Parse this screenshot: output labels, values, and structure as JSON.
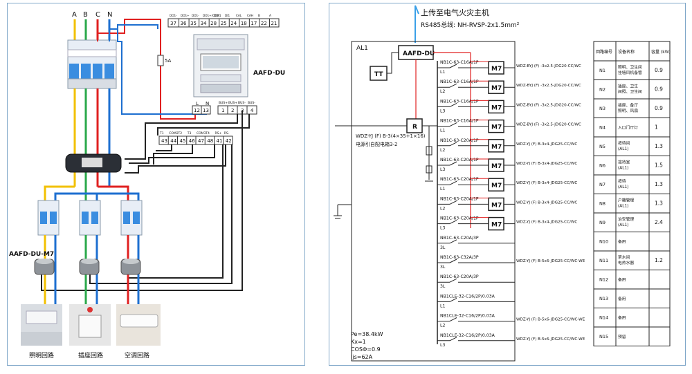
{
  "left": {
    "phase_labels": [
      "A",
      "B",
      "C",
      "N"
    ],
    "device_top_pins": [
      "DO1-",
      "DO1+",
      "DO1-",
      "DO1+/COM1",
      "DI2",
      "DI1",
      "CAL",
      "CAH",
      "B",
      "A"
    ],
    "device_top_numbers": [
      "37",
      "36",
      "35",
      "34",
      "28",
      "25",
      "24",
      "18",
      "17",
      "22",
      "21"
    ],
    "device_title": "AAFD-DU",
    "fuse_label": "5A",
    "power_pins": [
      "L",
      "N"
    ],
    "power_numbers": [
      "12",
      "13"
    ],
    "bus_pins": [
      "BUS+",
      "BUS+",
      "BUS-",
      "BUS-"
    ],
    "bus_numbers": [
      "1",
      "2",
      "3",
      "4"
    ],
    "terminal_pins": [
      "T1",
      "COM2",
      "T2",
      "T3",
      "COM3",
      "T4",
      "RS+",
      "RS-"
    ],
    "terminal_numbers": [
      "43",
      "44",
      "45",
      "46",
      "47",
      "48",
      "41",
      "42"
    ],
    "sensor_label": "AAFD-DU-M7",
    "loop_labels": [
      "照明回路",
      "插座回路",
      "空调回路"
    ]
  },
  "right": {
    "header_title": "上传至电气火灾主机",
    "bus_line": "RS485总线: NH-RVSP-2x1.5mm²",
    "box_label": "AL1",
    "aafd_label": "AAFD-DU",
    "tt_label": "TT",
    "r_label": "R",
    "incoming_cable": "WDZ-YJ (F) B-3(4×35+1×16)",
    "incoming_src": "电源引自配电箱3-2",
    "breakers": [
      {
        "model": "NB1C-63-C16A/1P",
        "phase": "L1"
      },
      {
        "model": "NB1C-63-C16A/1P",
        "phase": "L2"
      },
      {
        "model": "NB1C-63-C16A/1P",
        "phase": "L3"
      },
      {
        "model": "NB1C-63-C16A/1P",
        "phase": "L1"
      },
      {
        "model": "NB1C-63-C20A/1P",
        "phase": "L2"
      },
      {
        "model": "NB1C-63-C20A/1P",
        "phase": "L3"
      },
      {
        "model": "NB1C-63-C20A/1P",
        "phase": "L1"
      },
      {
        "model": "NB1C-63-C20A/1P",
        "phase": "L2"
      },
      {
        "model": "NB1C-63-C20A/1P",
        "phase": "L3"
      },
      {
        "model": "NB1C-63-C20A/3P",
        "phase": "3L"
      },
      {
        "model": "NB1C-63-C32A/3P",
        "phase": "3L"
      },
      {
        "model": "NB1C-63-C20A/3P",
        "phase": "3L"
      },
      {
        "model": "NB1CLE-32-C16/2P/0.03A",
        "phase": "L1"
      },
      {
        "model": "NB1CLE-32-C16/2P/0.03A",
        "phase": "L2"
      },
      {
        "model": "NB1CLE-32-C16/2P/0.03A",
        "phase": "L3"
      }
    ],
    "m7_label": "M7",
    "cables": [
      "WDZ-BYJ (F) -3x2.5-JDG20-CC/WC",
      "WDZ-BYJ (F) -3x2.5-JDG20-CC/WC",
      "WDZ-BYJ (F) -3x2.5-JDG20-CC/WC",
      "WDZ-BYJ (F) -3x2.5-JDG20-CC/WC",
      "WDZ-YJ (F) B-3x4-JDG25-CC/WC",
      "WDZ-YJ (F) B-3x4-JDG25-CC/WC",
      "WDZ-YJ (F) B-3x4-JDG25-CC/WC",
      "WDZ-YJ (F) B-3x4-JDG25-CC/WC",
      "WDZ-YJ (F) B-3x4-JDG25-CC/WC",
      "",
      "WDZ-YJ (F) B-5x6-JDG25-CC/WC-WE",
      "",
      "",
      "WDZ-YJ (F) B-5x6-JDG25-CC/WC-WE",
      "WDZ-YJ (F) B-5x6-JDG25-CC/WC-WE"
    ],
    "calc": [
      "Pe=38.4kW",
      "Kx=1",
      "COSΦ=0.9",
      "Ijs=62A"
    ],
    "table": {
      "headers": [
        "回路编号",
        "设备名称",
        "容量 (kW)"
      ],
      "rows": [
        [
          "N1",
          "照明、卫生间\n挂墙风机备管",
          "0.9"
        ],
        [
          "N2",
          "插座、卫生\n间照、卫生间",
          "0.9"
        ],
        [
          "N3",
          "插座、备厅\n照明、风扇",
          "0.9"
        ],
        [
          "N4",
          "入口门厅灯",
          "1"
        ],
        [
          "N5",
          "按待间\n(AL1)",
          "1.3"
        ],
        [
          "N6",
          "按待室\n(AL1)",
          "1.5"
        ],
        [
          "N7",
          "按待\n(AL1)",
          "1.3"
        ],
        [
          "N8",
          "户籍管理\n(AL1)",
          "1.3"
        ],
        [
          "N9",
          "治安管理\n(AL1)",
          "2.4"
        ],
        [
          "N10",
          "备用",
          ""
        ],
        [
          "N11",
          "茶水间\n电热水器",
          "1.2"
        ],
        [
          "N12",
          "备用",
          ""
        ],
        [
          "N13",
          "备用",
          ""
        ],
        [
          "N14",
          "备用",
          ""
        ],
        [
          "N15",
          "预留",
          ""
        ]
      ]
    }
  }
}
